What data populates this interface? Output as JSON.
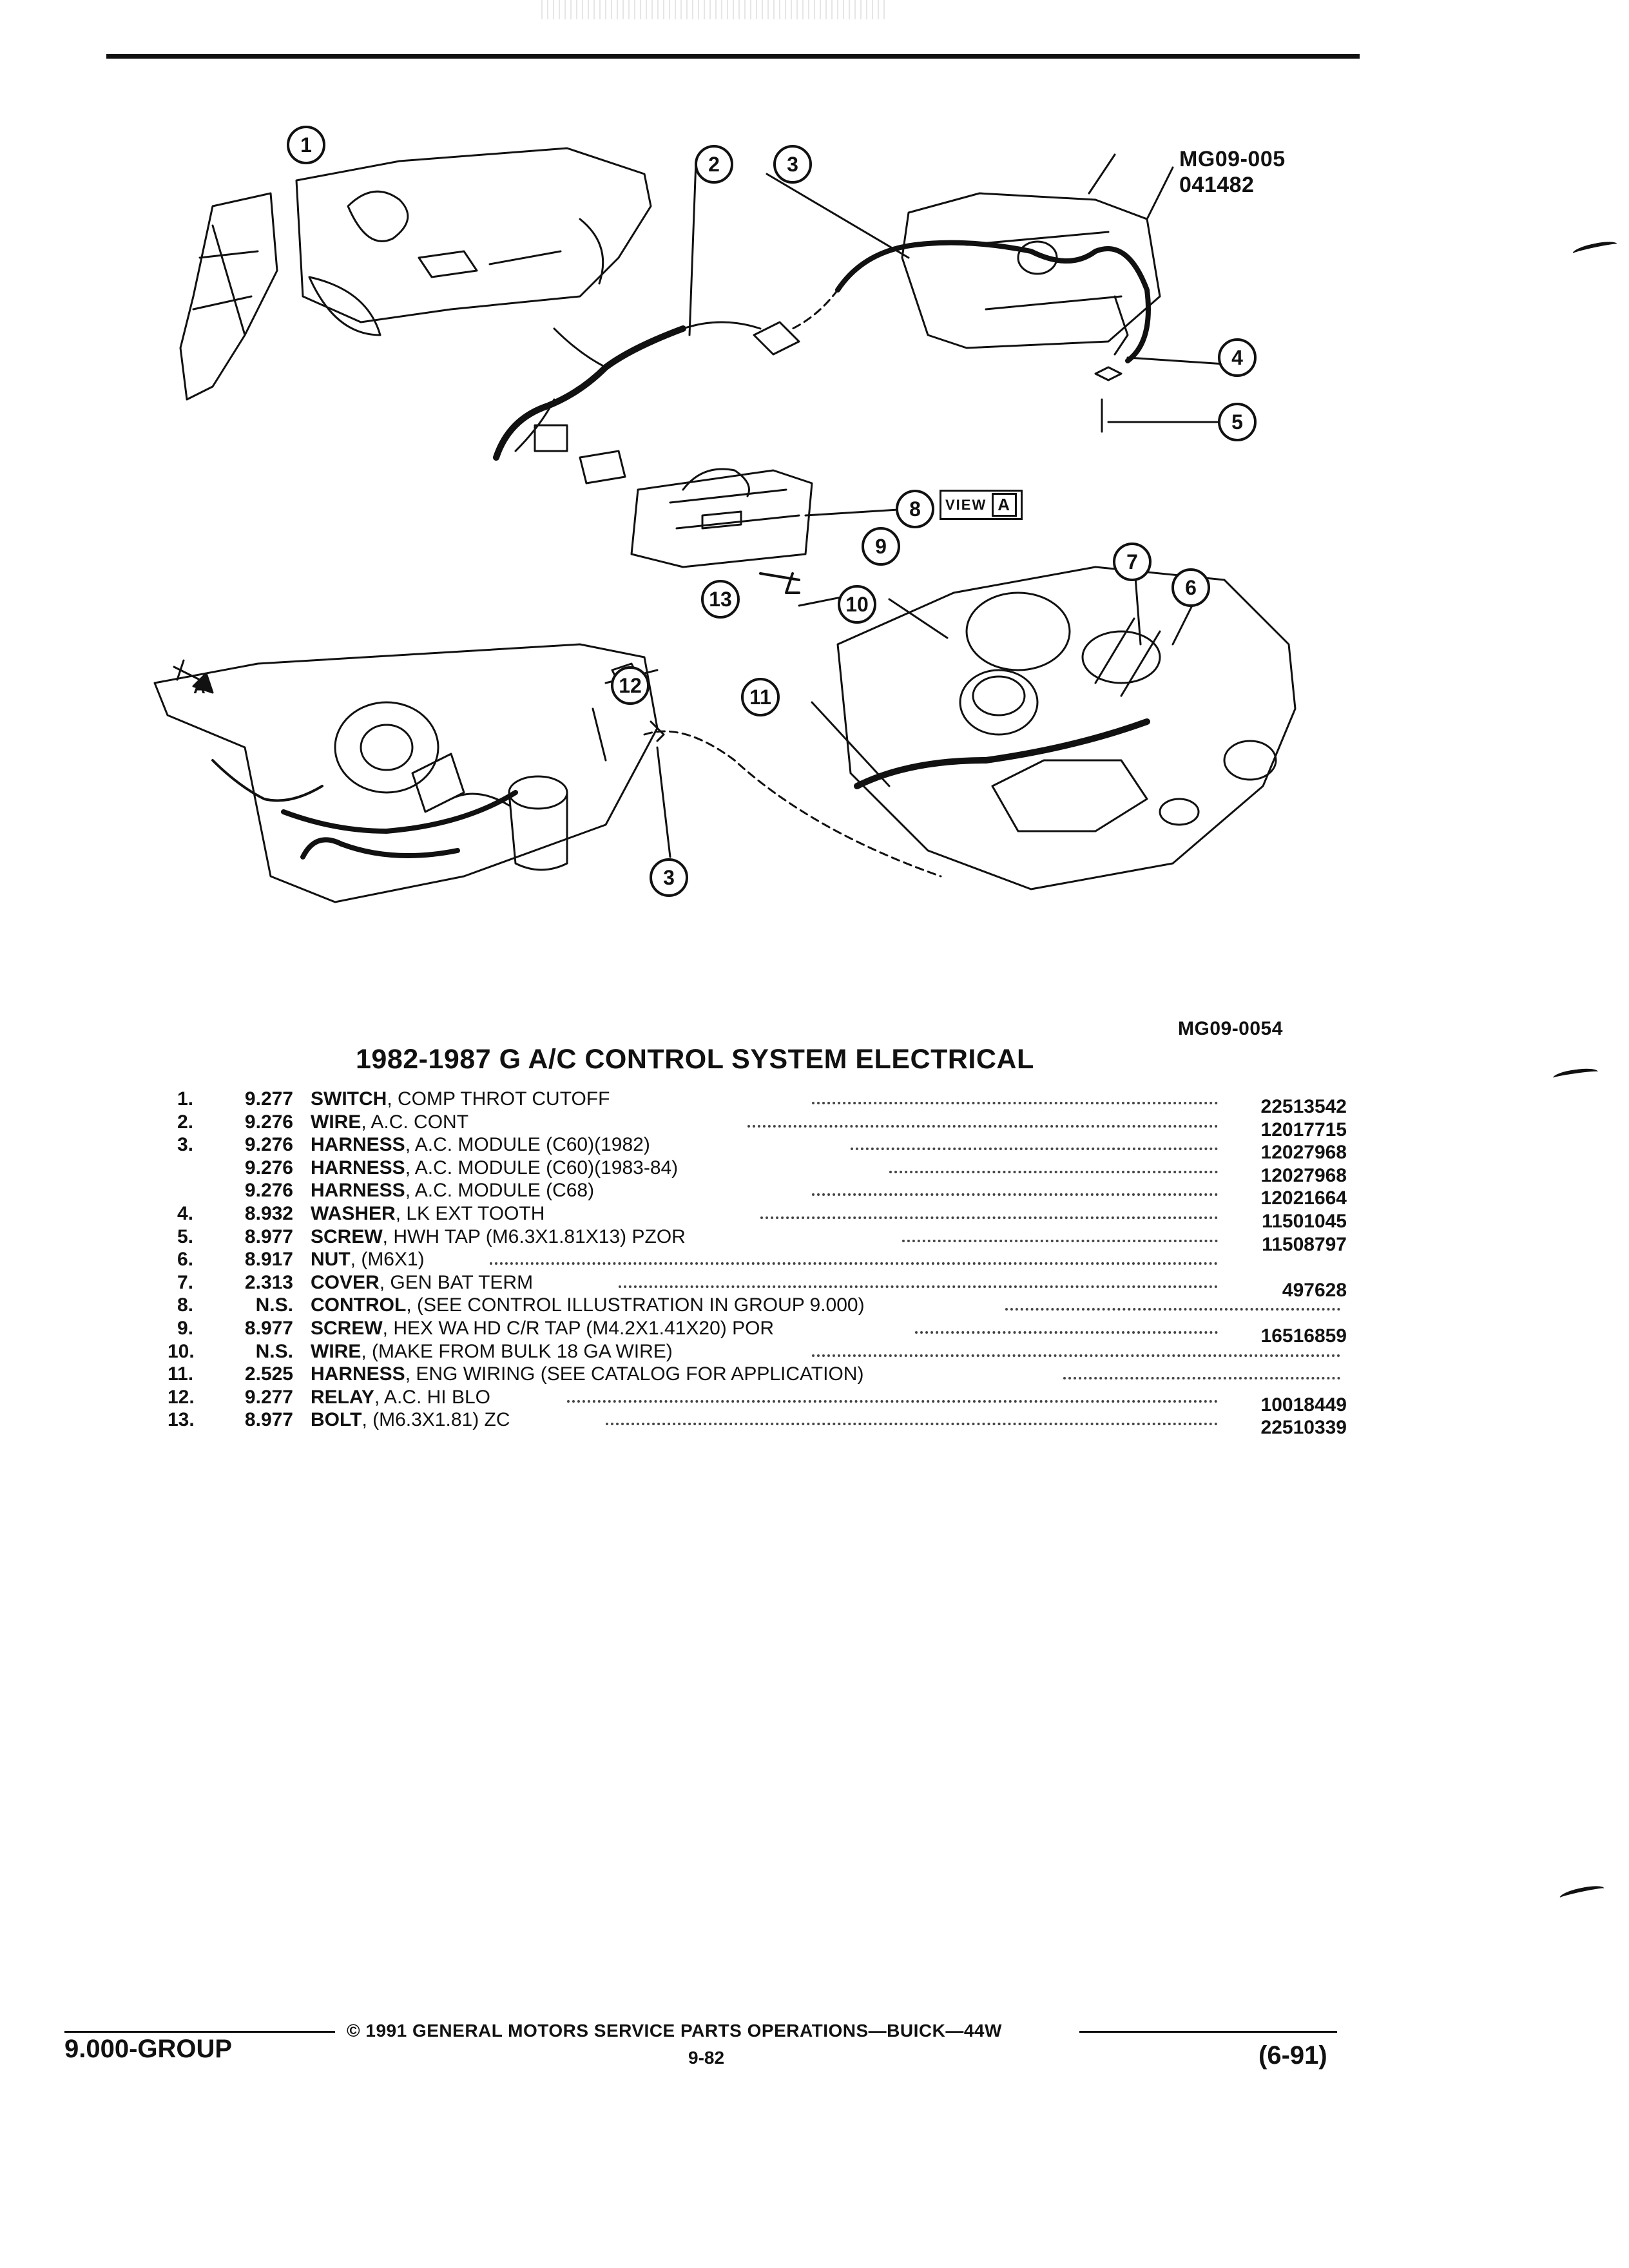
{
  "figure": {
    "ref_top": "MG09-005",
    "ref_date": "041482",
    "ref_bottom": "MG09-0054",
    "view_label": "VIEW",
    "view_letter": "A",
    "view_arrow_letter": "A",
    "callouts": [
      "1",
      "2",
      "3",
      "4",
      "5",
      "8",
      "9",
      "13",
      "10",
      "7",
      "6",
      "12",
      "11",
      "3"
    ]
  },
  "title": "1982-1987 G A/C CONTROL SYSTEM ELECTRICAL",
  "parts": [
    {
      "num": "1.",
      "group": "9.277",
      "name": "SWITCH",
      "desc": ", COMP THROT CUTOFF",
      "part_no": "22513542"
    },
    {
      "num": "2.",
      "group": "9.276",
      "name": "WIRE",
      "desc": ", A.C. CONT",
      "part_no": "12017715"
    },
    {
      "num": "3.",
      "group": "9.276",
      "name": "HARNESS",
      "desc": ", A.C. MODULE (C60)(1982)",
      "part_no": "12027968"
    },
    {
      "num": "",
      "group": "9.276",
      "name": "HARNESS",
      "desc": ", A.C. MODULE (C60)(1983-84)",
      "part_no": "12027968"
    },
    {
      "num": "",
      "group": "9.276",
      "name": "HARNESS",
      "desc": ", A.C. MODULE (C68)",
      "part_no": "12021664"
    },
    {
      "num": "4.",
      "group": "8.932",
      "name": "WASHER",
      "desc": ", LK EXT TOOTH",
      "part_no": "11501045"
    },
    {
      "num": "5.",
      "group": "8.977",
      "name": "SCREW",
      "desc": ", HWH TAP (M6.3X1.81X13) PZOR",
      "part_no": "11508797"
    },
    {
      "num": "6.",
      "group": "8.917",
      "name": "NUT",
      "desc": ", (M6X1)",
      "part_no": ""
    },
    {
      "num": "7.",
      "group": "2.313",
      "name": "COVER",
      "desc": ", GEN BAT TERM",
      "part_no": "497628"
    },
    {
      "num": "8.",
      "group": "N.S.",
      "name": "CONTROL",
      "desc": ", (SEE CONTROL ILLUSTRATION IN GROUP 9.000)",
      "part_no": ""
    },
    {
      "num": "9.",
      "group": "8.977",
      "name": "SCREW",
      "desc": ", HEX WA HD C/R TAP (M4.2X1.41X20) POR",
      "part_no": "16516859"
    },
    {
      "num": "10.",
      "group": "N.S.",
      "name": "WIRE",
      "desc": ", (MAKE FROM BULK 18 GA WIRE)",
      "part_no": ""
    },
    {
      "num": "11.",
      "group": "2.525",
      "name": "HARNESS",
      "desc": ", ENG WIRING (SEE CATALOG FOR APPLICATION)",
      "part_no": ""
    },
    {
      "num": "12.",
      "group": "9.277",
      "name": "RELAY",
      "desc": ", A.C. HI BLO",
      "part_no": "10018449"
    },
    {
      "num": "13.",
      "group": "8.977",
      "name": "BOLT",
      "desc": ", (M6.3X1.81) ZC",
      "part_no": "22510339"
    }
  ],
  "footer": {
    "group": "9.000-GROUP",
    "copyright": "© 1991 GENERAL MOTORS SERVICE PARTS OPERATIONS—BUICK—44W",
    "page": "9-82",
    "date": "(6-91)"
  }
}
